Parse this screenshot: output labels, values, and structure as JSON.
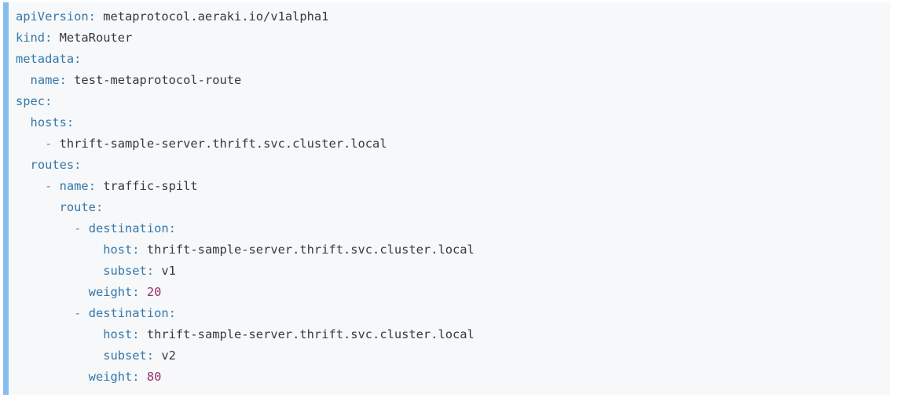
{
  "page": {
    "background": "#ffffff"
  },
  "code_block": {
    "language": "yaml",
    "background": "#f6f8fa",
    "accent_bar_color": "#85bdee",
    "token_colors": {
      "key": "#3578a9",
      "val": "#35393d",
      "num": "#9c2e66",
      "pun": "#76889a"
    },
    "resource": {
      "apiVersion": "metaprotocol.aeraki.io/v1alpha1",
      "kind": "MetaRouter",
      "name": "test-metaprotocol-route",
      "host": "thrift-sample-server.thrift.svc.cluster.local",
      "route_name": "traffic-spilt",
      "subsets": [
        "v1",
        "v2"
      ],
      "weights": [
        20,
        80
      ]
    },
    "lines": [
      [
        {
          "c": "key",
          "t": "apiVersion:"
        },
        {
          "c": "val",
          "t": " metaprotocol.aeraki.io/v1alpha1"
        }
      ],
      [
        {
          "c": "key",
          "t": "kind:"
        },
        {
          "c": "val",
          "t": " MetaRouter"
        }
      ],
      [
        {
          "c": "key",
          "t": "metadata:"
        }
      ],
      [
        {
          "c": "val",
          "t": "  "
        },
        {
          "c": "key",
          "t": "name:"
        },
        {
          "c": "val",
          "t": " test-metaprotocol-route"
        }
      ],
      [
        {
          "c": "key",
          "t": "spec:"
        }
      ],
      [
        {
          "c": "val",
          "t": "  "
        },
        {
          "c": "key",
          "t": "hosts:"
        }
      ],
      [
        {
          "c": "val",
          "t": "    "
        },
        {
          "c": "pun",
          "t": "- "
        },
        {
          "c": "val",
          "t": "thrift-sample-server.thrift.svc.cluster.local"
        }
      ],
      [
        {
          "c": "val",
          "t": "  "
        },
        {
          "c": "key",
          "t": "routes:"
        }
      ],
      [
        {
          "c": "val",
          "t": "    "
        },
        {
          "c": "pun",
          "t": "- "
        },
        {
          "c": "key",
          "t": "name:"
        },
        {
          "c": "val",
          "t": " traffic-spilt"
        }
      ],
      [
        {
          "c": "val",
          "t": "      "
        },
        {
          "c": "key",
          "t": "route:"
        }
      ],
      [
        {
          "c": "val",
          "t": "        "
        },
        {
          "c": "pun",
          "t": "- "
        },
        {
          "c": "key",
          "t": "destination:"
        }
      ],
      [
        {
          "c": "val",
          "t": "            "
        },
        {
          "c": "key",
          "t": "host:"
        },
        {
          "c": "val",
          "t": " thrift-sample-server.thrift.svc.cluster.local"
        }
      ],
      [
        {
          "c": "val",
          "t": "            "
        },
        {
          "c": "key",
          "t": "subset:"
        },
        {
          "c": "val",
          "t": " v1"
        }
      ],
      [
        {
          "c": "val",
          "t": "          "
        },
        {
          "c": "key",
          "t": "weight:"
        },
        {
          "c": "num",
          "t": " 20"
        }
      ],
      [
        {
          "c": "val",
          "t": "        "
        },
        {
          "c": "pun",
          "t": "- "
        },
        {
          "c": "key",
          "t": "destination:"
        }
      ],
      [
        {
          "c": "val",
          "t": "            "
        },
        {
          "c": "key",
          "t": "host:"
        },
        {
          "c": "val",
          "t": " thrift-sample-server.thrift.svc.cluster.local"
        }
      ],
      [
        {
          "c": "val",
          "t": "            "
        },
        {
          "c": "key",
          "t": "subset:"
        },
        {
          "c": "val",
          "t": " v2"
        }
      ],
      [
        {
          "c": "val",
          "t": "          "
        },
        {
          "c": "key",
          "t": "weight:"
        },
        {
          "c": "num",
          "t": " 80"
        }
      ]
    ]
  }
}
